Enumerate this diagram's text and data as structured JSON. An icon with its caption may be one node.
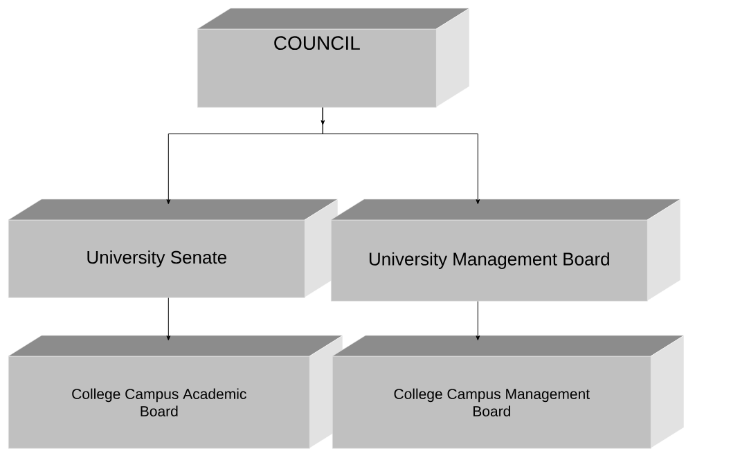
{
  "diagram": {
    "nodes": [
      {
        "text": [
          "COUNCIL"
        ]
      },
      {
        "text": [
          "University Senate"
        ]
      },
      {
        "text": [
          "University Management Board"
        ]
      },
      {
        "text": [
          "College Campus Academic Board"
        ]
      },
      {
        "text": [
          "College Campus Management Board"
        ]
      }
    ],
    "edges": [
      {
        "from": 0,
        "to": 1,
        "arrow": "to"
      },
      {
        "from": 0,
        "to": 2,
        "arrow": "to"
      },
      {
        "from": 1,
        "to": 3,
        "arrow": "to"
      },
      {
        "from": 2,
        "to": 4,
        "arrow": "to"
      }
    ]
  }
}
